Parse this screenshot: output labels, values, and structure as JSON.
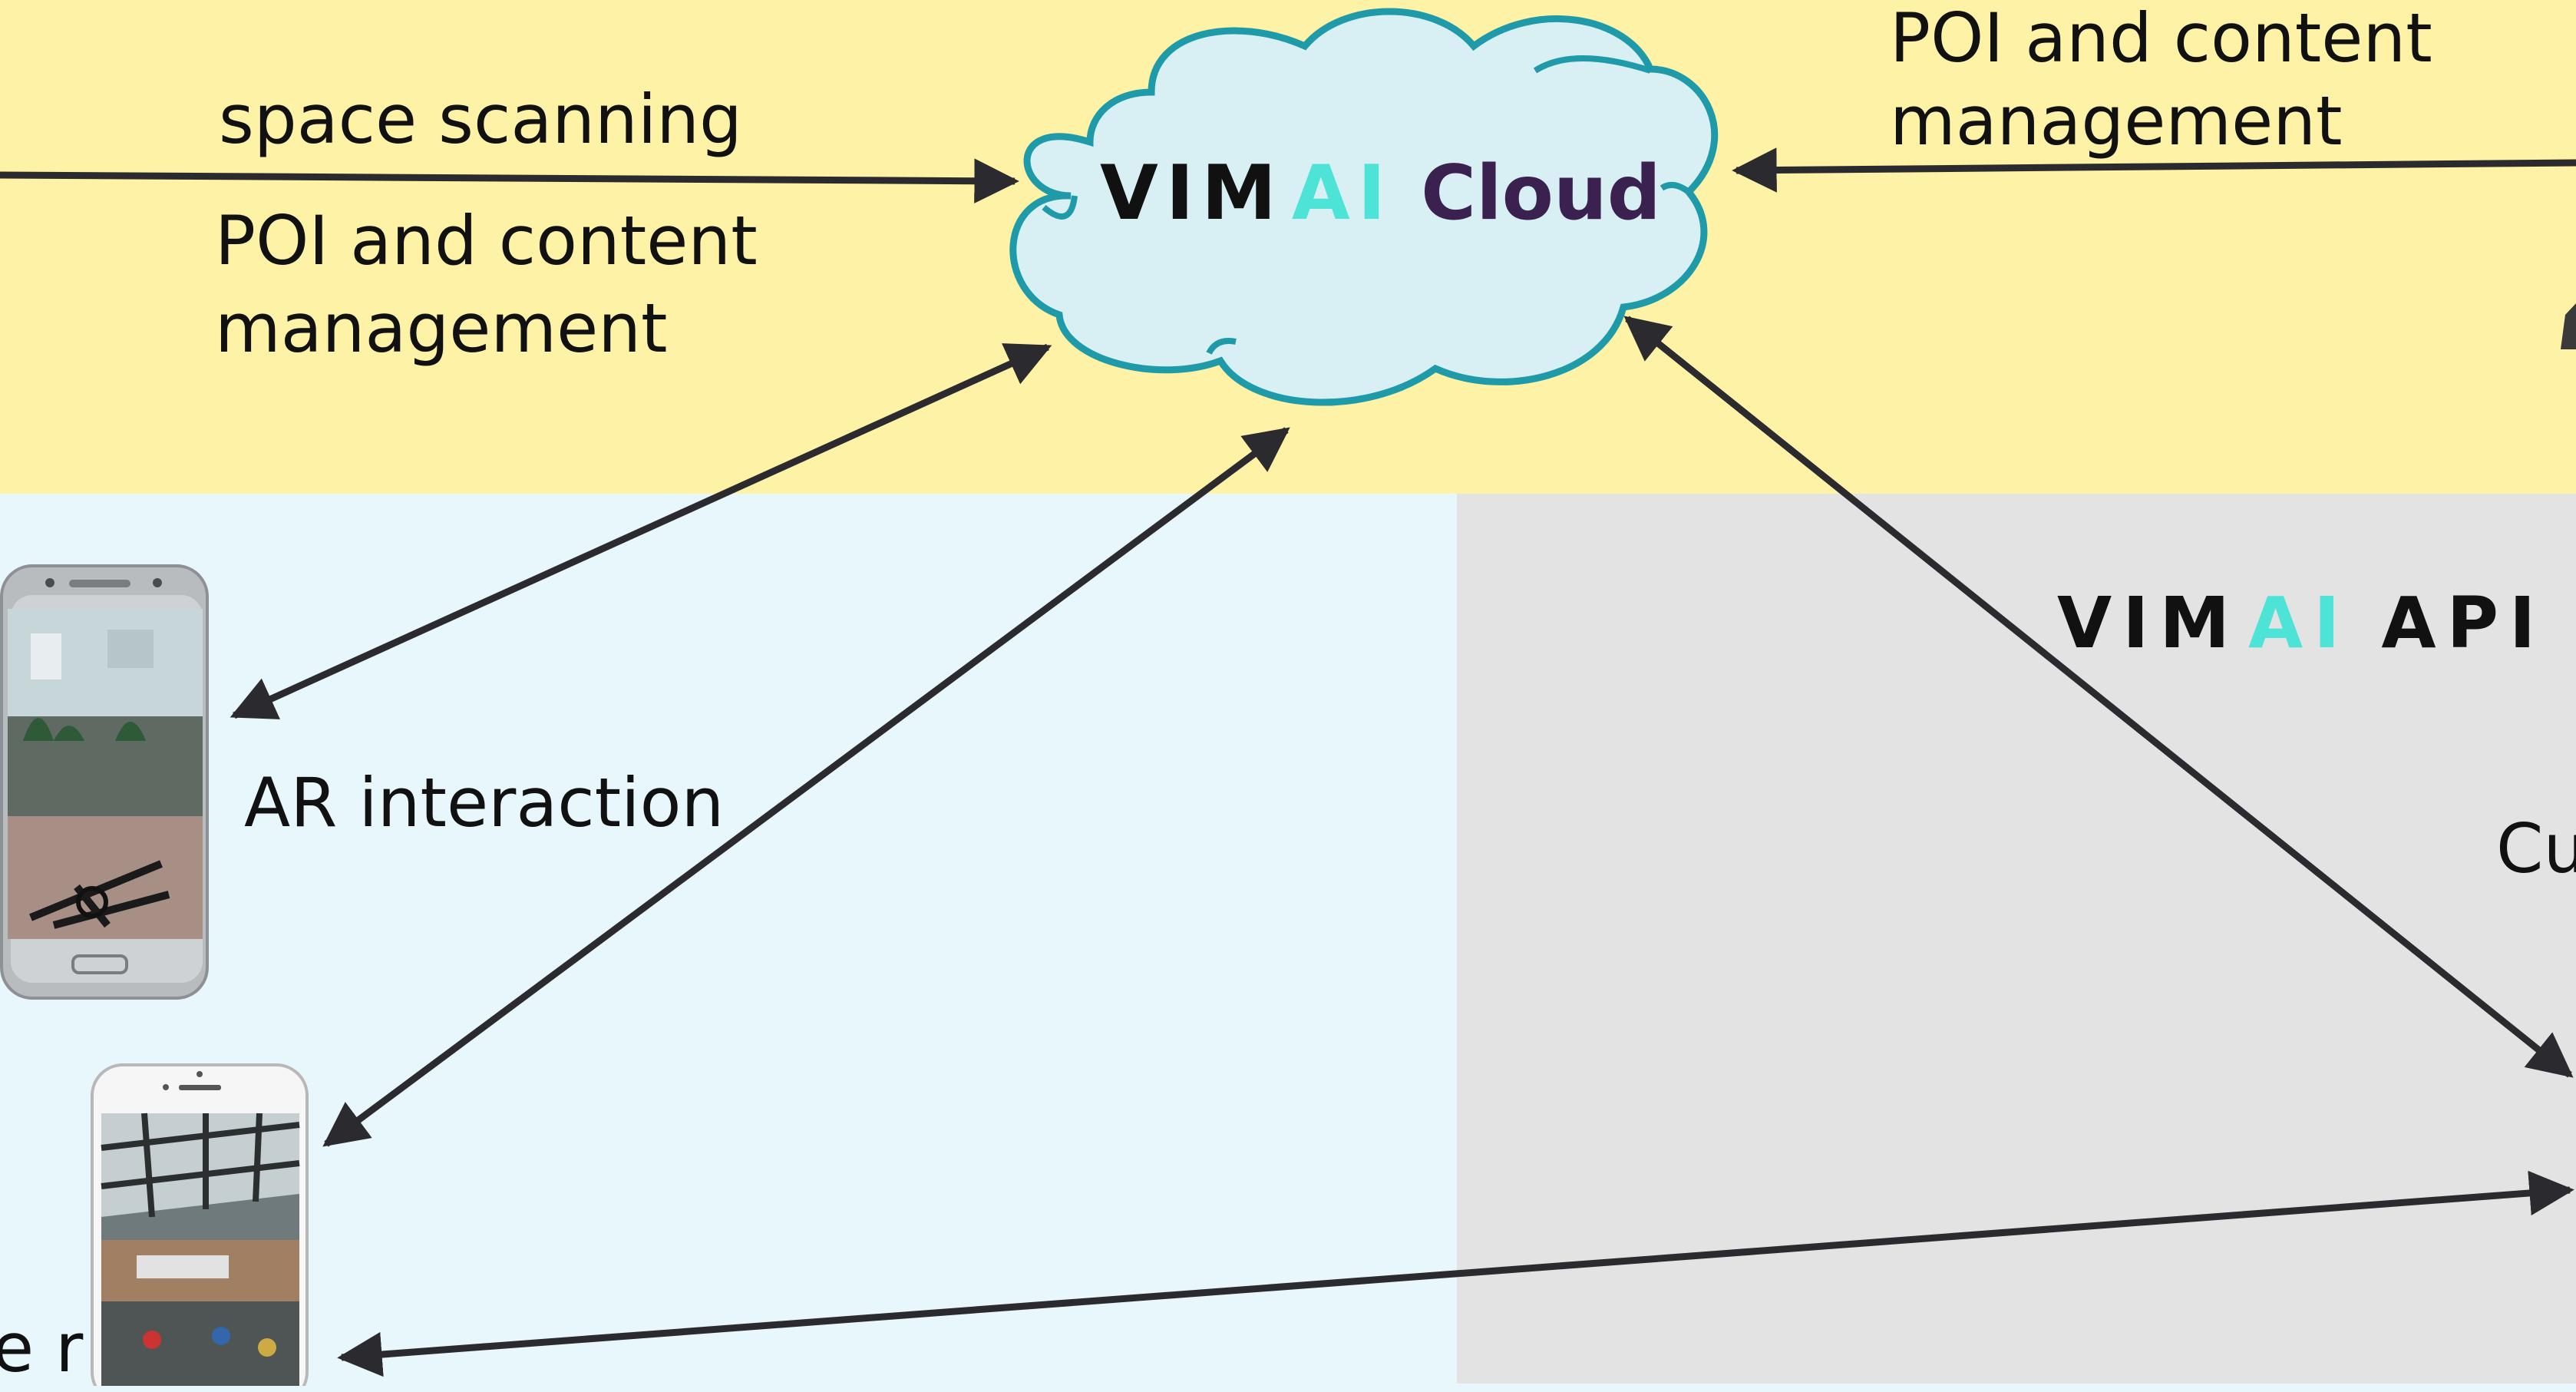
{
  "cloud": {
    "brand_vim": "VIM",
    "brand_ai": "AI",
    "brand_cloud": "Cloud",
    "fill": "#d8eff4",
    "stroke": "#1e9aa8"
  },
  "api": {
    "brand_vim": "VIM",
    "brand_ai": "AI",
    "brand_api": "API"
  },
  "labels": {
    "space_scanning": "space scanning",
    "poi_left_1": "POI and content",
    "poi_left_2": "management",
    "poi_right_1": "POI and content",
    "poi_right_2": "management",
    "ar_interaction": "AR interaction",
    "cut_cu": "Cu",
    "cut_er": "e r"
  },
  "colors": {
    "top_band": "#fdf2a6",
    "left_panel": "#e8f7fb",
    "right_panel": "#e3e3e3",
    "arrow": "#2b2b2f",
    "ai_accent": "#4ee3d7",
    "cloud_word": "#3a2150"
  }
}
